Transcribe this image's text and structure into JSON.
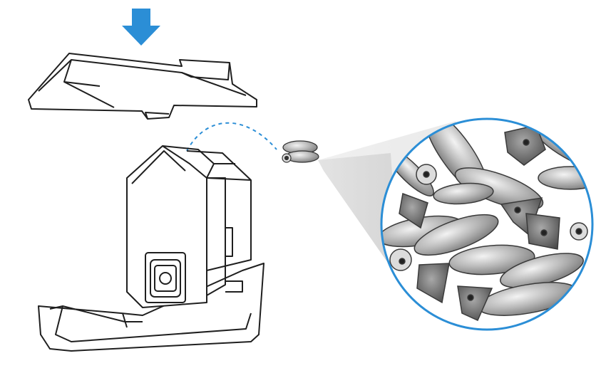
{
  "diagram": {
    "colors": {
      "arrow": "#2b8ed6",
      "outline": "#1f1f1f",
      "dashed_path": "#2b8ed6",
      "zoom_ring": "#2b8ed6",
      "seed_dark": "#555555",
      "seed_light": "#cfcfcf"
    },
    "icons": [
      "down-arrow-icon",
      "feeder-roof",
      "feeder-base",
      "seeds-icon",
      "zoom-circle"
    ]
  }
}
